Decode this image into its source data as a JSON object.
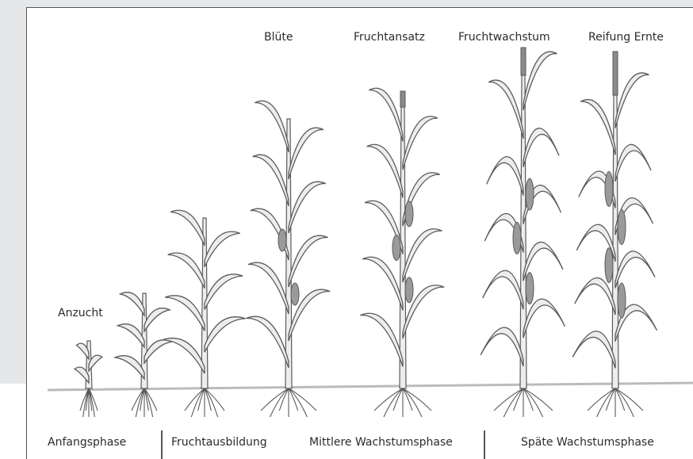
{
  "stage_labels": {
    "anzucht": "Anzucht",
    "bluete": "Blüte",
    "fruchtansatz": "Fruchtansatz",
    "fruchtwachstum": "Fruchtwachstum",
    "reifung_ernte": "Reifung Ernte"
  },
  "phase_labels": {
    "anfangsphase": "Anfangsphase",
    "fruchtausbildung": "Fruchtausbildung",
    "mittlere": "Mittlere Wachstumsphase",
    "spaete": "Späte Wachstumsphase"
  },
  "colors": {
    "frame": "#555555",
    "shade": "#e6e7e8",
    "plant_stroke": "#5a5a5a",
    "plant_fill": "#ededed",
    "fruit_fill": "#9a9a9a",
    "ground": "#bbbbbb"
  }
}
